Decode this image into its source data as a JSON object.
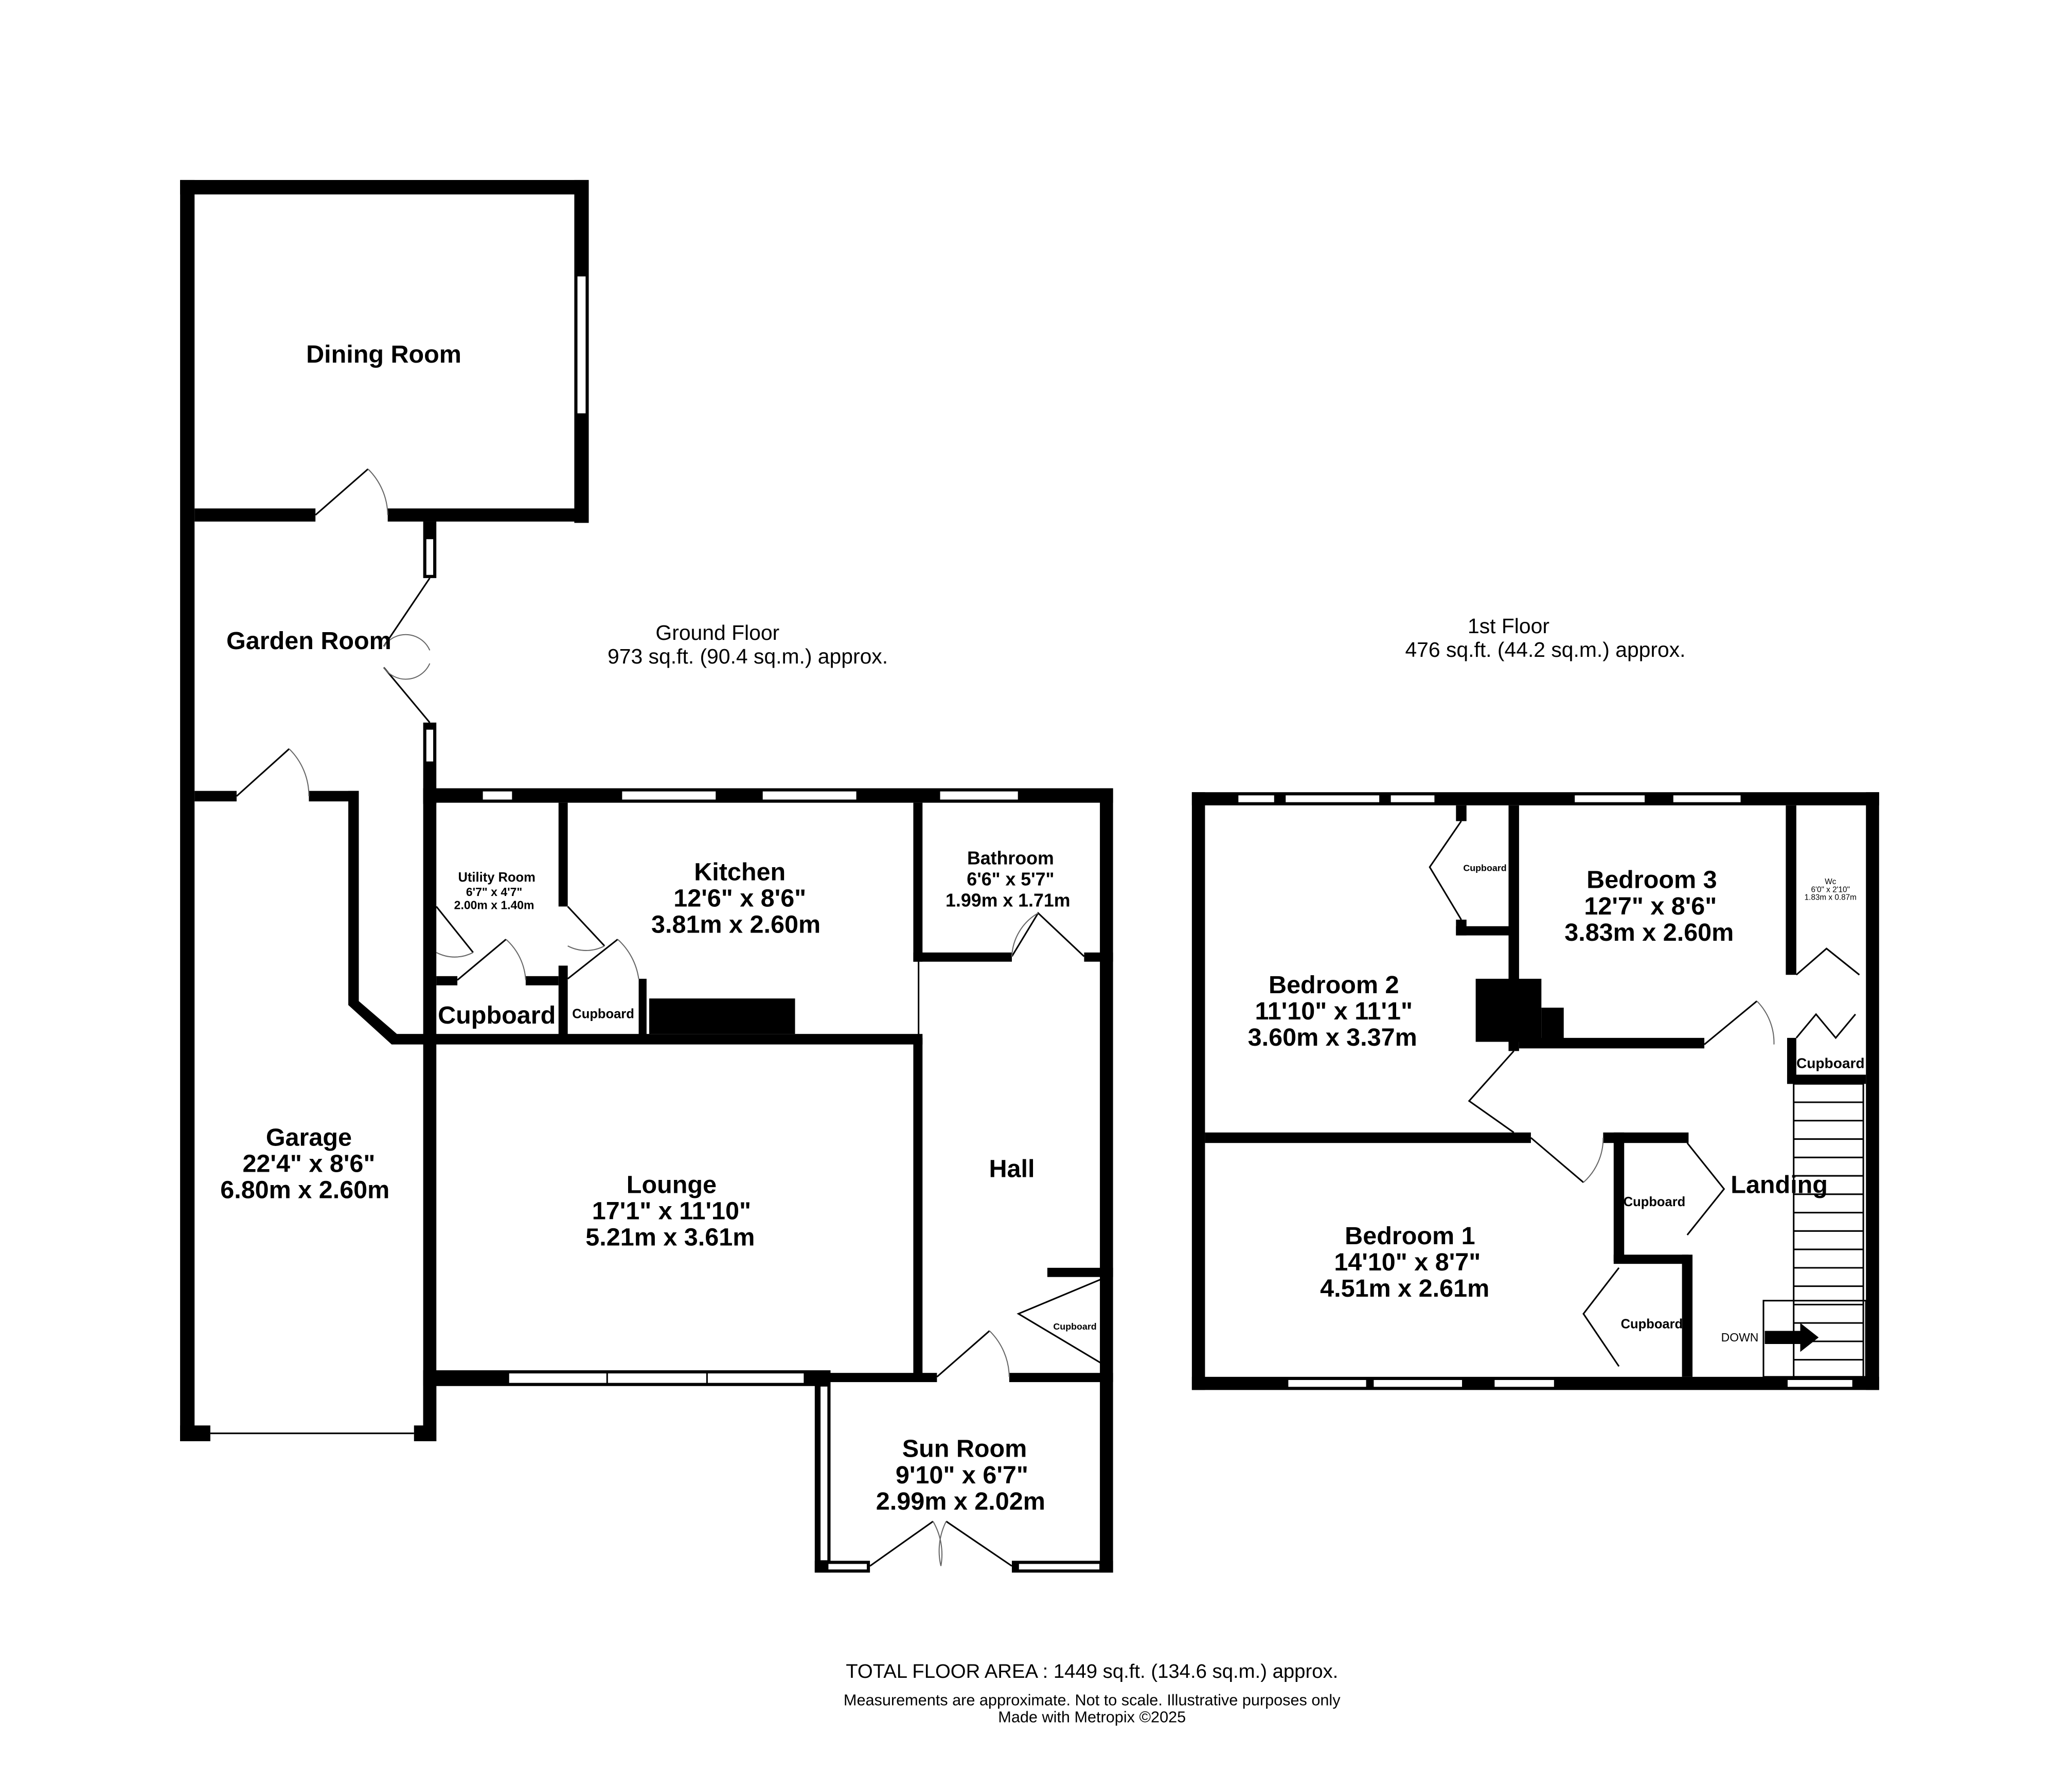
{
  "floors": {
    "ground": {
      "title": "Ground Floor",
      "area": "973 sq.ft. (90.4 sq.m.) approx."
    },
    "first": {
      "title": "1st Floor",
      "area": "476 sq.ft. (44.2 sq.m.) approx."
    }
  },
  "rooms": {
    "dining": {
      "name": "Dining Room"
    },
    "garden": {
      "name": "Garden Room"
    },
    "garage": {
      "name": "Garage",
      "imperial": "22'4\"  x 8'6\"",
      "metric": "6.80m  x 2.60m"
    },
    "utility": {
      "name": "Utility Room",
      "imperial": "6'7\"  x 4'7\"",
      "metric": "2.00m  x 1.40m"
    },
    "kitchen": {
      "name": "Kitchen",
      "imperial": "12'6\"  x 8'6\"",
      "metric": "3.81m  x 2.60m"
    },
    "bathroom": {
      "name": "Bathroom",
      "imperial": "6'6\"  x 5'7\"",
      "metric": "1.99m  x 1.71m"
    },
    "lounge": {
      "name": "Lounge",
      "imperial": "17'1\"  x 11'10\"",
      "metric": "5.21m  x 3.61m"
    },
    "hall": {
      "name": "Hall"
    },
    "sunroom": {
      "name": "Sun Room",
      "imperial": "9'10\"  x 6'7\"",
      "metric": "2.99m  x 2.02m"
    },
    "bedroom2": {
      "name": "Bedroom 2",
      "imperial": "11'10\"  x 11'1\"",
      "metric": "3.60m  x 3.37m"
    },
    "bedroom3": {
      "name": "Bedroom 3",
      "imperial": "12'7\"  x 8'6\"",
      "metric": "3.83m  x 2.60m"
    },
    "wc": {
      "name": "Wc",
      "imperial": "6'0\"  x 2'10\"",
      "metric": "1.83m  x 0.87m"
    },
    "bedroom1": {
      "name": "Bedroom 1",
      "imperial": "14'10\"  x 8'7\"",
      "metric": "4.51m  x 2.61m"
    },
    "landing": {
      "name": "Landing"
    }
  },
  "cupboard_label": "Cupboard",
  "stairs_label": "DOWN",
  "footer": {
    "total": "TOTAL FLOOR AREA : 1449 sq.ft. (134.6 sq.m.) approx.",
    "disclaimer": "Measurements are approximate.  Not to scale.  Illustrative purposes only",
    "credit": "Made with Metropix ©2025"
  }
}
